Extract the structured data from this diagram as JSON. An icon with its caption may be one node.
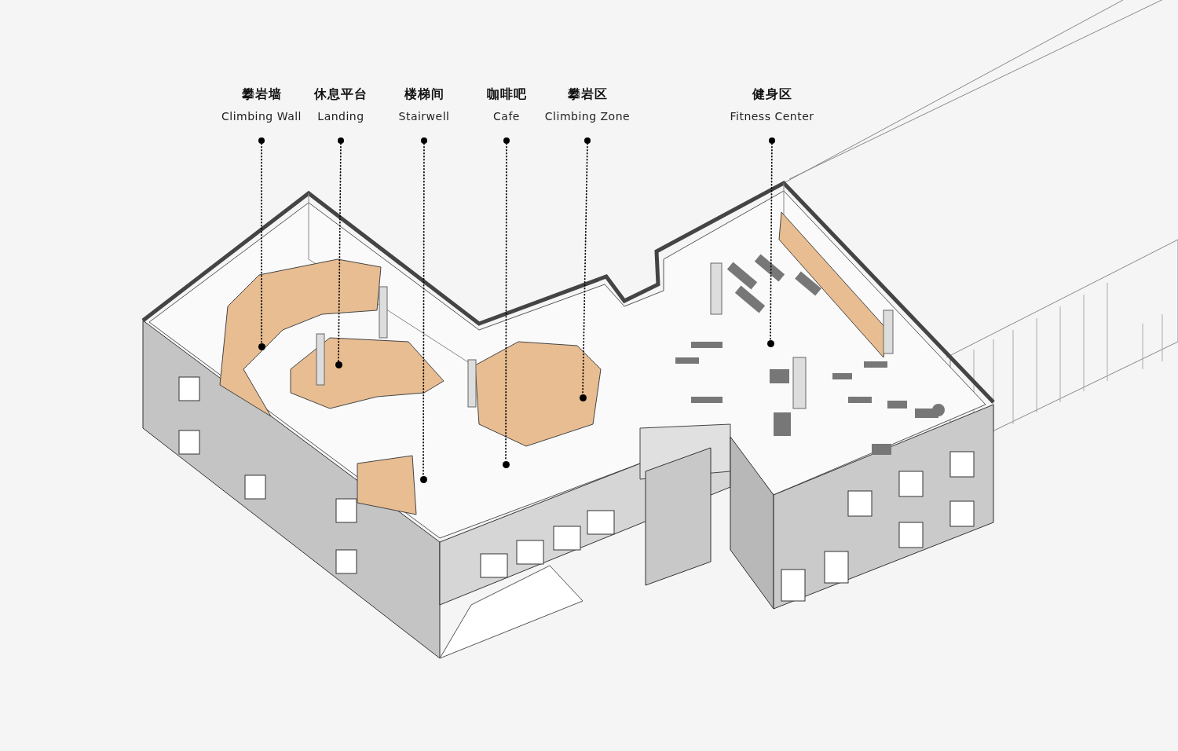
{
  "diagram": {
    "nodes": [
      {
        "text": [
          "攀岩墙",
          "Climbing Wall"
        ]
      },
      {
        "text": [
          "休息平台",
          "Landing"
        ]
      },
      {
        "text": [
          "楼梯间",
          "Stairwell"
        ]
      },
      {
        "text": [
          "咖啡吧",
          "Cafe"
        ]
      },
      {
        "text": [
          "攀岩区",
          "Climbing Zone"
        ]
      },
      {
        "text": [
          "健身区",
          "Fitness Center"
        ]
      },
      {
        "text": [],
        "shape": "circle"
      },
      {
        "text": [],
        "shape": "circle"
      },
      {
        "text": [],
        "shape": "circle"
      },
      {
        "text": [],
        "shape": "circle"
      },
      {
        "text": [],
        "shape": "circle"
      },
      {
        "text": [],
        "shape": "circle"
      }
    ],
    "edges": [
      {
        "from": 0,
        "to": 6,
        "arrow": "other",
        "style": "dashed"
      },
      {
        "from": 1,
        "to": 7,
        "arrow": "other",
        "style": "dashed"
      },
      {
        "from": 2,
        "to": 8,
        "arrow": "other",
        "style": "dashed"
      },
      {
        "from": 3,
        "to": 9,
        "arrow": "other",
        "style": "dashed"
      },
      {
        "from": 4,
        "to": 10,
        "arrow": "other",
        "style": "dashed"
      },
      {
        "from": 5,
        "to": 11,
        "arrow": "other",
        "style": "dashed"
      }
    ]
  }
}
